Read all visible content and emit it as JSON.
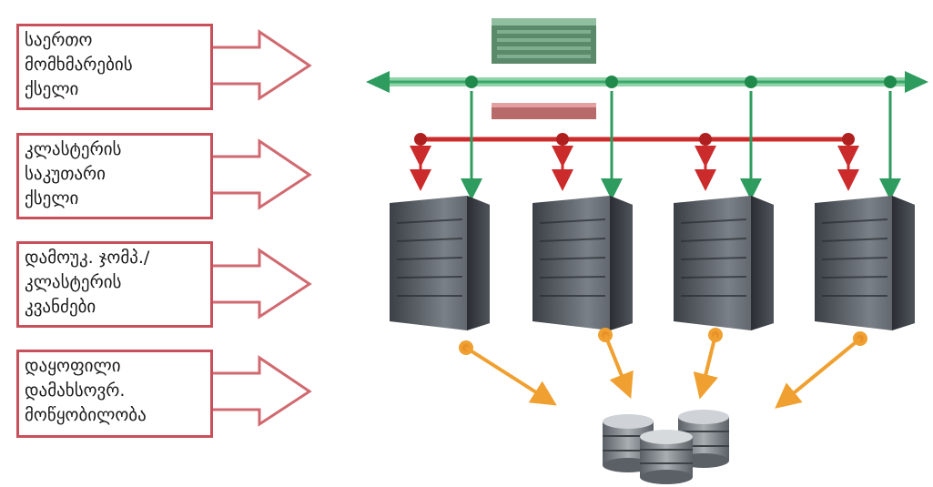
{
  "layers": [
    {
      "lines": [
        "საერთო",
        "მომხმარების",
        "ქსელი"
      ]
    },
    {
      "lines": [
        "კლასტერის",
        "საკუთარი",
        "ქსელი"
      ]
    },
    {
      "lines": [
        "დამოუკ. ჯომპ./",
        "კლასტერის",
        "კვანძები"
      ]
    },
    {
      "lines": [
        "დაყოფილი",
        "დამახსოვრ.",
        "მოწყობილობა"
      ]
    }
  ],
  "colors": {
    "label_border": "#c8505a",
    "public_network": "#3aa86a",
    "cluster_network": "#cc2b2b",
    "storage_links": "#f0a030",
    "server_body": "#4a4f55"
  },
  "icons": [
    "arrow-right-icon",
    "switch-icon",
    "server-icon",
    "disk-stack-icon"
  ]
}
